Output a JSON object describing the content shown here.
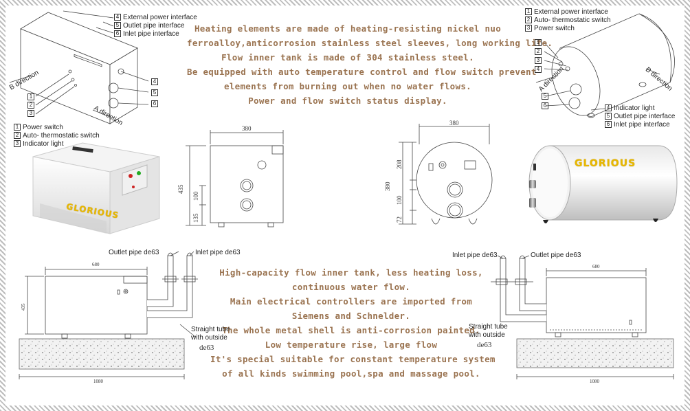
{
  "top_text": [
    "Heating elements are made of heating-resisting nickel nuo",
    "ferroalloy,anticorrosion stainless steel sleeves, long working life.",
    "Flow inner tank is made of 304 stainless steel.",
    "Be equipped with auto temperature control and flow switch prevent",
    "elements from burning out when no water flows.",
    "Power and flow switch status display."
  ],
  "bottom_text": [
    "High-capacity flow inner tank, less heating loss,",
    "continuous water flow.",
    "Main electrical controllers are imported from",
    "Siemens and Schnelder.",
    "The whole metal shell is anti-corrosion painted.",
    "Low temperature rise, large flow",
    "It's special suitable for constant temperature system",
    "of all kinds swimming pool,spa and massage pool."
  ],
  "left_box": {
    "top_legend": [
      {
        "n": "4",
        "text": "External power interface"
      },
      {
        "n": "5",
        "text": "Outlet pipe interface"
      },
      {
        "n": "6",
        "text": "Inlet pipe interface"
      }
    ],
    "bottom_legend": [
      {
        "n": "1",
        "text": "Power switch"
      },
      {
        "n": "2",
        "text": "Auto- thermostatic switch"
      },
      {
        "n": "3",
        "text": "Indicator light"
      }
    ],
    "callouts_left": [
      "1",
      "2",
      "3"
    ],
    "callouts_right": [
      "4",
      "5",
      "6"
    ],
    "b_direction": "B direction",
    "a_direction": "A direction"
  },
  "right_cyl": {
    "top_legend": [
      {
        "n": "1",
        "text": "External power interface"
      },
      {
        "n": "2",
        "text": "Auto- thermostatic switch"
      },
      {
        "n": "3",
        "text": "Power switch"
      }
    ],
    "bottom_legend": [
      {
        "n": "4",
        "text": "Indicator light"
      },
      {
        "n": "5",
        "text": "Outlet pipe interface"
      },
      {
        "n": "6",
        "text": "Inlet pipe interface"
      }
    ],
    "callouts_left": [
      "1",
      "2",
      "3",
      "4",
      "5",
      "6"
    ],
    "a_direction": "A direction",
    "b_direction": "B direction"
  },
  "brand": "GLORIOUS",
  "box_front": {
    "width": "380",
    "height": "435",
    "d1": "100",
    "d2": "135"
  },
  "cyl_front": {
    "width": "380",
    "height": "380",
    "d1": "208",
    "d2": "100",
    "d3": "72"
  },
  "install_left": {
    "outlet": "Outlet pipe de63",
    "inlet": "Inlet pipe de63",
    "straight": "Straight tube",
    "with_outside": "with outside",
    "de63": "de63",
    "top_dim": "680",
    "side_dim": "435",
    "base_dim": "1080"
  },
  "install_right": {
    "inlet": "Inlet pipe de63",
    "outlet": "Outlet pipe de63",
    "straight": "Straight tube",
    "with_outside": "with outside",
    "de63": "de63",
    "top_dim": "680",
    "base_dim": "1080"
  }
}
